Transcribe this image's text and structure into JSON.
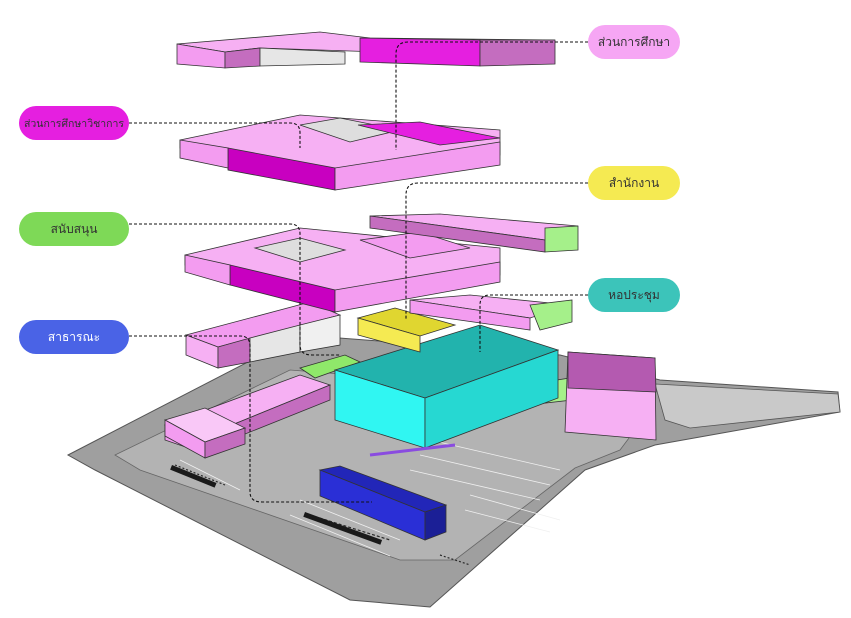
{
  "labels": {
    "education_division": "ส่วนการศึกษา",
    "academic_education_division": "ส่วนการศึกษาวิชาการ",
    "office": "สำนักงาน",
    "support": "สนับสนุน",
    "assembly_hall": "หอประชุม",
    "public": "สาธารณะ"
  },
  "colors": {
    "education_division": "#f6a6f4",
    "academic_education_division": "#e51fe0",
    "office": "#f5ea52",
    "support": "#7ed957",
    "assembly_hall": "#3cc4ba",
    "public": "#4a63e6",
    "building_light_pink": "#f39cf0",
    "building_mid_pink": "#c46dbf",
    "building_magenta": "#c800c0",
    "building_grey": "#dedede",
    "cyan_block": "#2cf7f0",
    "blue_block": "#2a2fd6",
    "site_grey": "#a9a9a9"
  }
}
